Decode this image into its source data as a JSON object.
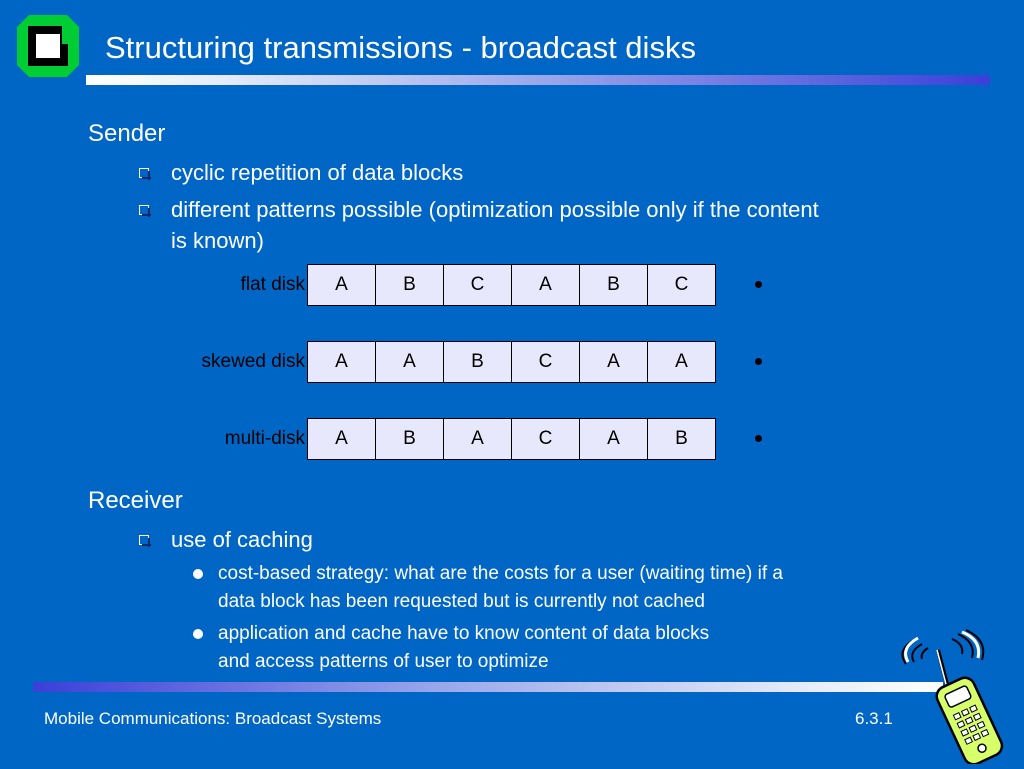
{
  "title": "Structuring transmissions - broadcast disks",
  "sender": {
    "heading": "Sender",
    "bullets": [
      "cyclic repetition of data blocks",
      "different patterns possible (optimization possible only if the content",
      "is known)"
    ]
  },
  "disks": [
    {
      "label": "flat disk",
      "blocks": [
        "A",
        "B",
        "C",
        "A",
        "B",
        "C"
      ]
    },
    {
      "label": "skewed disk",
      "blocks": [
        "A",
        "A",
        "B",
        "C",
        "A",
        "A"
      ]
    },
    {
      "label": "multi-disk",
      "blocks": [
        "A",
        "B",
        "A",
        "C",
        "A",
        "B"
      ]
    }
  ],
  "receiver": {
    "heading": "Receiver",
    "bullet": "use of caching",
    "sub_bullets": [
      {
        "line1": "cost-based strategy: what are the costs for a user (waiting time) if a",
        "line2": "data block has been requested but is currently not cached"
      },
      {
        "line1": "application and cache have to know content of data blocks",
        "line2": "and access patterns of user to optimize"
      }
    ]
  },
  "footer": {
    "left": "Mobile Communications: Broadcast Systems",
    "right": "6.3.1"
  },
  "colors": {
    "background": "#0066c6",
    "text": "#ffffff",
    "cell_fill": "#e8e8fc",
    "logo_green": "#00cc33",
    "phone_green": "#d6ff6a"
  },
  "icons": {
    "logo": "university-logo",
    "corner": "mobile-phone-icon"
  }
}
